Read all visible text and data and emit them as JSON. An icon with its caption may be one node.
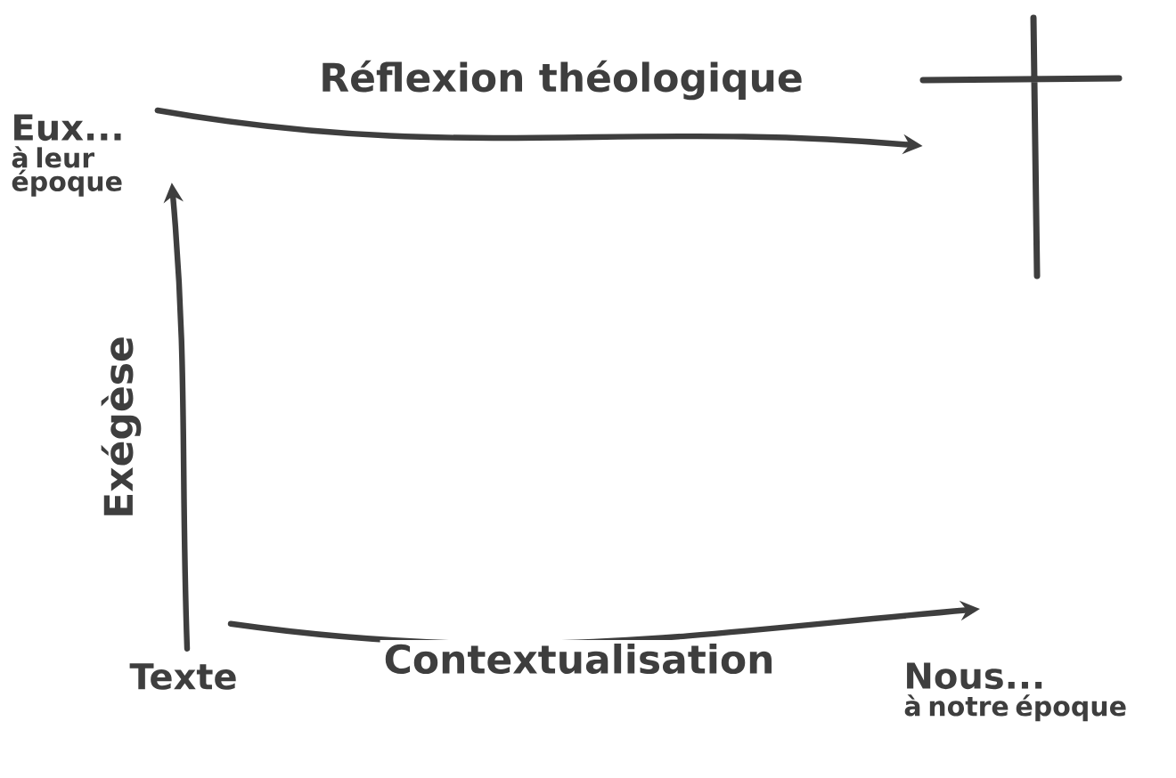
{
  "diagram": {
    "nodes": [
      {
        "text": [
          "Eux...",
          "à leur époque"
        ]
      },
      {
        "text": [],
        "shape": "cross"
      },
      {
        "text": [
          "Texte"
        ]
      },
      {
        "text": [
          "Nous...",
          "à notre époque"
        ]
      }
    ],
    "edges": [
      {
        "from": 0,
        "to": 1,
        "arrow": "to",
        "label": "Réflexion théologique"
      },
      {
        "from": 2,
        "to": 0,
        "arrow": "to",
        "label": "Exégèse"
      },
      {
        "from": 2,
        "to": 3,
        "arrow": "to",
        "label": "Contextualisation"
      }
    ]
  }
}
